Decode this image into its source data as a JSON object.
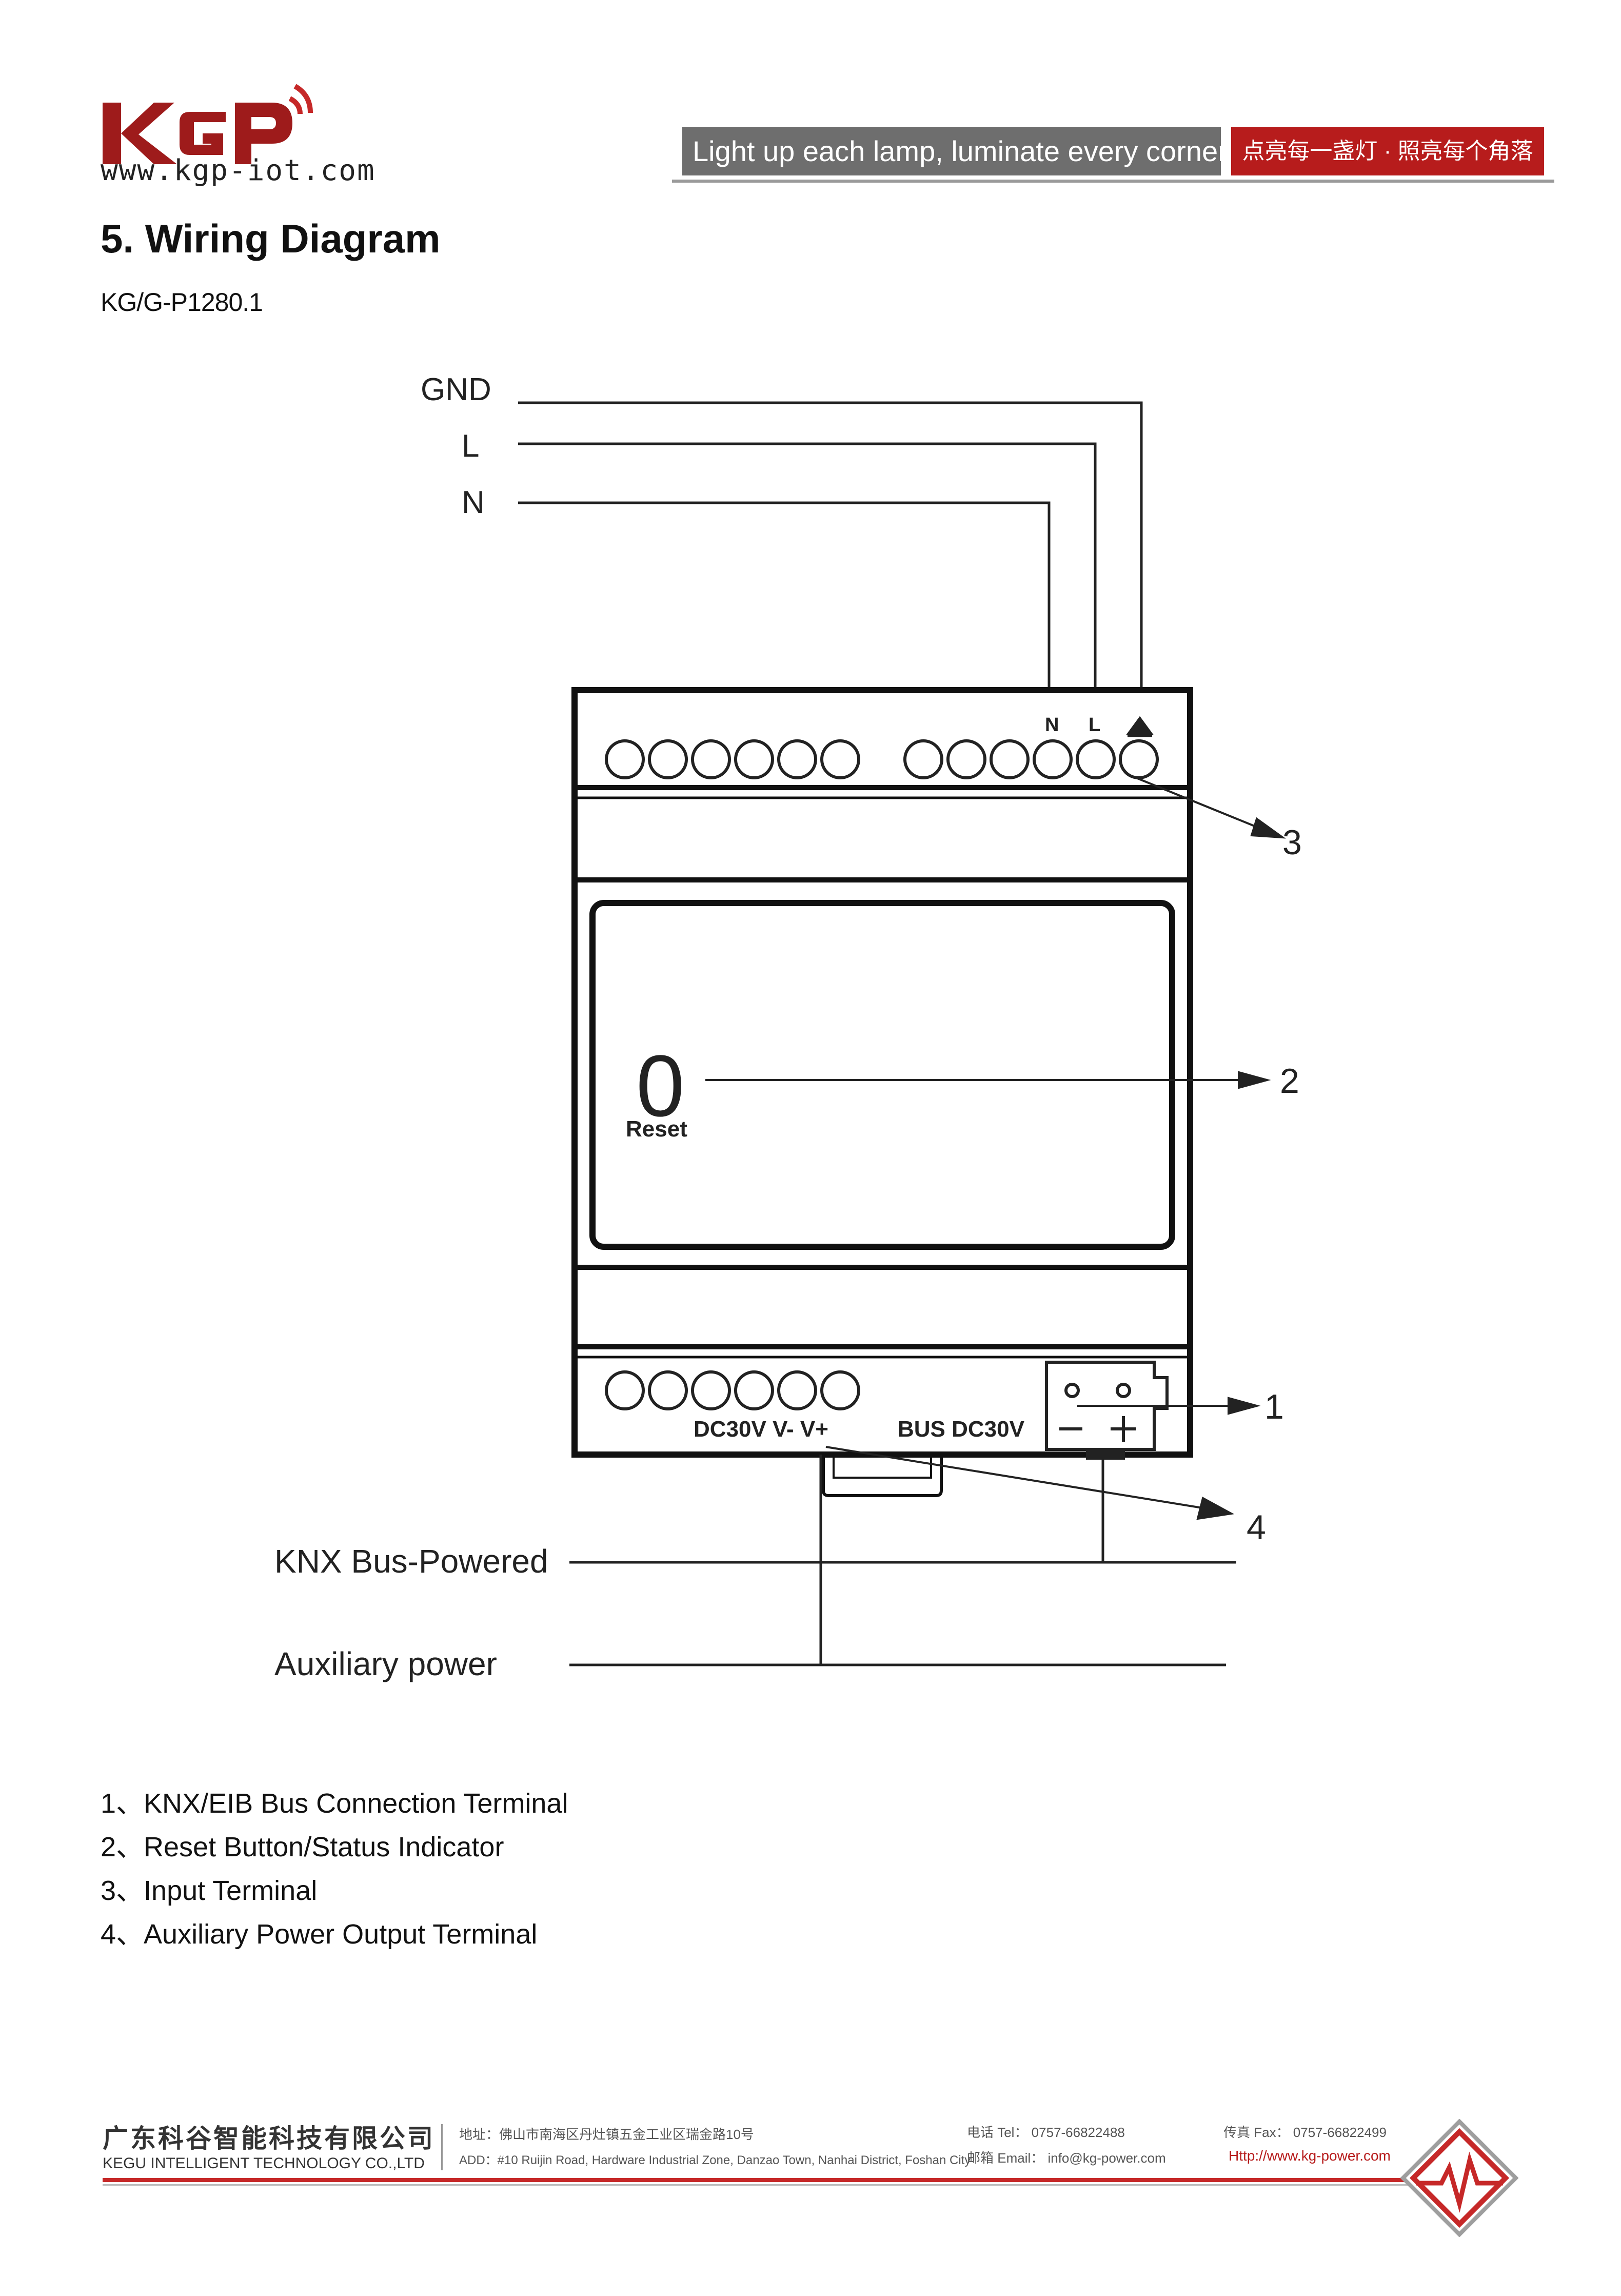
{
  "header": {
    "logo_text": "KGP",
    "website_text": "www.kgp-iot.com",
    "slogan_en": "Light up each lamp, luminate every corner",
    "slogan_cn": "点亮每一盏灯 · 照亮每个角落"
  },
  "section": {
    "title": "5.  Wiring Diagram",
    "model": "KG/G-P1280.1"
  },
  "diagram": {
    "wire_labels": {
      "gnd": "GND",
      "l": "L",
      "n": "N"
    },
    "terminal_labels": {
      "n": "N",
      "l": "L"
    },
    "reset_digit": "0",
    "reset_label": "Reset",
    "bottom_labels": {
      "dc30v": "DC30V V-  V+",
      "bus": "BUS DC30V"
    },
    "callouts": {
      "c1": "1",
      "c2": "2",
      "c3": "3",
      "c4": "4"
    },
    "power_labels": {
      "knx": "KNX Bus-Powered",
      "aux": "Auxiliary power"
    }
  },
  "legend": [
    "1、KNX/EIB Bus Connection Terminal",
    "2、Reset Button/Status Indicator",
    "3、Input Terminal",
    "4、Auxiliary Power Output Terminal"
  ],
  "footer": {
    "company_cn": "广东科谷智能科技有限公司",
    "company_en": "KEGU INTELLIGENT TECHNOLOGY CO.,LTD",
    "address_cn": "地址：佛山市南海区丹灶镇五金工业区瑞金路10号",
    "address_en": "ADD：#10 Ruijin Road, Hardware Industrial Zone, Danzao Town, Nanhai District, Foshan City",
    "tel": "电话 Tel：  0757-66822488",
    "email": "邮箱 Email：  info@kg-power.com",
    "fax": "传真 Fax：  0757-66822499",
    "website": "Http://www.kg-power.com"
  },
  "colors": {
    "brand_red": "#b71c1c",
    "slogan_grey": "#6e6e6e"
  }
}
